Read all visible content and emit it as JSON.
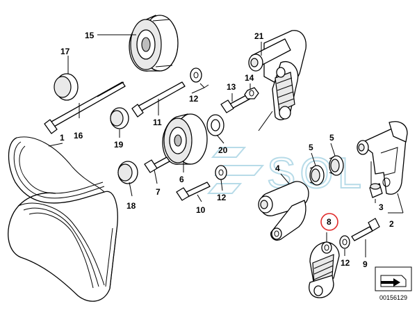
{
  "callouts": {
    "c1": "1",
    "c2": "2",
    "c3": "3",
    "c4": "4",
    "c5a": "5",
    "c5b": "5",
    "c6": "6",
    "c7": "7",
    "c8": "8",
    "c9": "9",
    "c10": "10",
    "c11": "11",
    "c12a": "12",
    "c12b": "12",
    "c12c": "12",
    "c13": "13",
    "c14": "14",
    "c15": "15",
    "c16": "16",
    "c17": "17",
    "c18": "18",
    "c19": "19",
    "c20": "20",
    "c21": "21"
  },
  "watermark": "SOL",
  "reference_number": "00156129",
  "highlight_color": "#e02a2a",
  "watermark_color": "#b7dbe8",
  "icons": {
    "reference_box": "folded-sheet-arrow-icon"
  }
}
